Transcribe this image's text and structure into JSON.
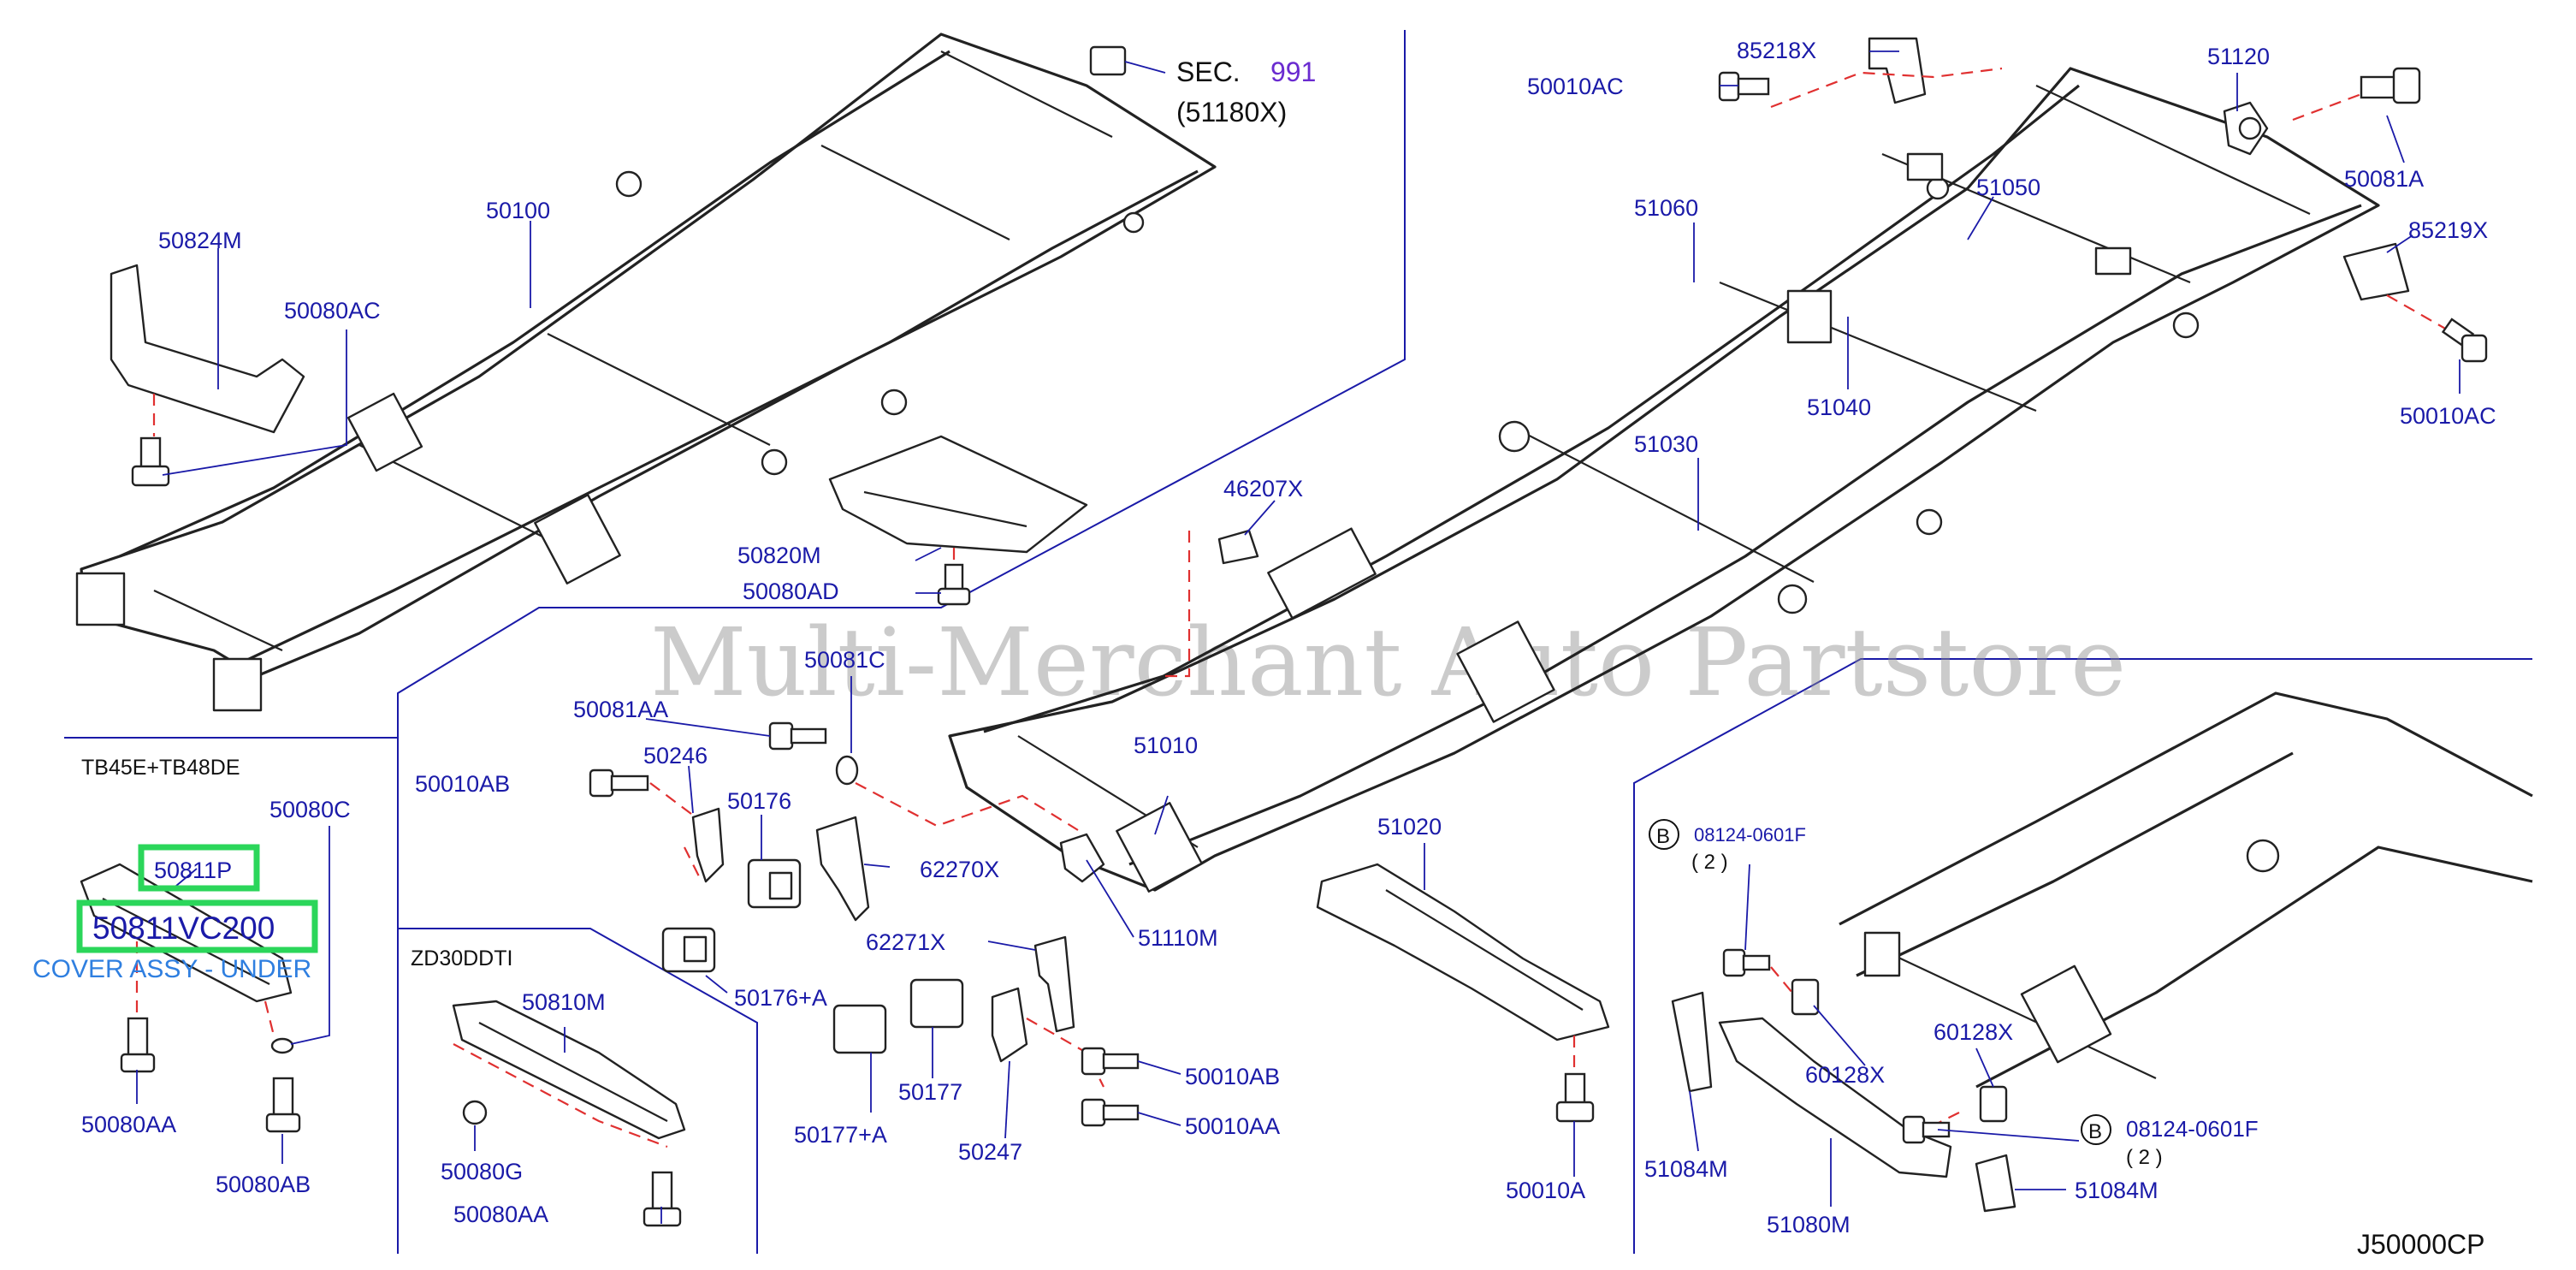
{
  "watermark": "Multi-Merchant Auto Partstore",
  "diagram_code": "J50000CP",
  "section_ref": {
    "prefix": "SEC.",
    "number": "991",
    "sub": "(51180X)"
  },
  "engine_labels": {
    "tb": "TB45E+TB48DE",
    "zd": "ZD30DDTI"
  },
  "highlight": {
    "part": "50811VC200",
    "description": "COVER ASSY - UNDER",
    "selected_label": "50811P"
  },
  "bolt_refs": [
    {
      "circle": "B",
      "part": "08124-0601F",
      "qty": "( 2 )"
    },
    {
      "circle": "B",
      "part": "08124-0601F",
      "qty": "( 2 )"
    }
  ],
  "colors": {
    "label": "#1a1aa8",
    "dashed_guide": "#e03030",
    "highlight": "#2bd65a",
    "section_number": "#6a2bd0"
  },
  "parts": [
    "50824M",
    "50100",
    "50080AC",
    "50820M",
    "50080AD",
    "50010AC",
    "85218X",
    "51120",
    "50081A",
    "51060",
    "51050",
    "85219X",
    "50010AC",
    "51030",
    "51040",
    "46207X",
    "50081C",
    "50081AA",
    "50010AB",
    "50246",
    "50176",
    "51010",
    "62270X",
    "50176+A",
    "51110M",
    "62271X",
    "50177",
    "50177+A",
    "50247",
    "50010AB",
    "50010AA",
    "51020",
    "50010A",
    "50080C",
    "50811P",
    "50080AA",
    "50080AB",
    "50810M",
    "50080G",
    "50080AA",
    "60128X",
    "60128X",
    "51084M",
    "51084M",
    "51080M"
  ]
}
